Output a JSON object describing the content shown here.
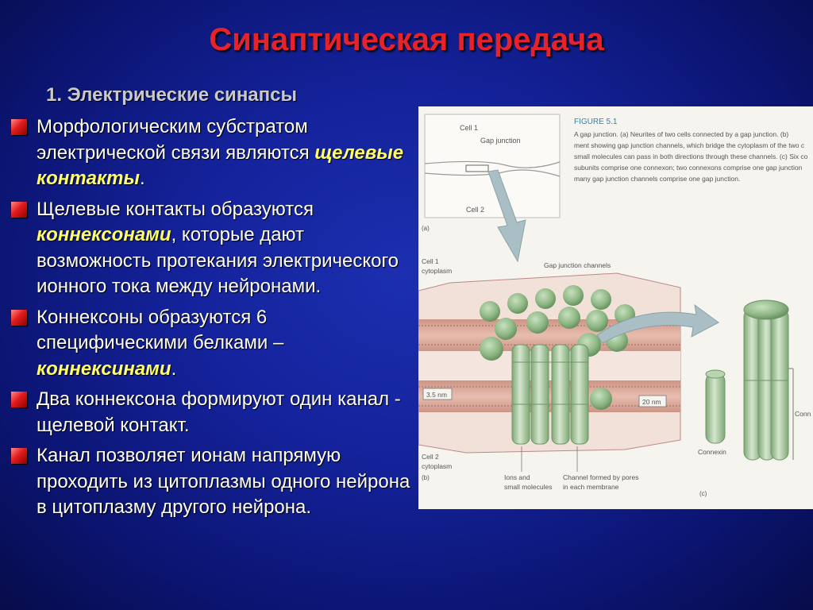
{
  "slide": {
    "title": "Синаптическая передача",
    "subtitle": "1. Электрические синапсы",
    "bullets": [
      {
        "parts": [
          "Морфологическим субстратом электрической связи являются ",
          "щелевые контакты",
          "."
        ]
      },
      {
        "parts": [
          "Щелевые контакты образуются ",
          "коннексонами",
          ", которые дают возможность протекания электрического ионного тока между нейронами."
        ]
      },
      {
        "parts": [
          "Коннексоны образуются 6 специфическими белками – ",
          "коннексинами",
          "."
        ]
      },
      {
        "parts": [
          "Два коннексона формируют один канал - щелевой контакт."
        ]
      },
      {
        "parts": [
          "Канал позволяет ионам напрямую проходить из цитоплазмы одного нейрона в цитоплазму другого нейрона."
        ]
      }
    ]
  },
  "figure": {
    "heading": "FIGURE 5.1",
    "caption_lines": [
      "A gap junction. (a) Neurites of two cells connected by a gap junction. (b)",
      "ment showing gap junction channels, which bridge the cytoplasm of the two c",
      "small molecules can pass in both directions through these channels. (c) Six co",
      "subunits comprise one connexon; two connexons comprise one gap junction",
      "many gap junction channels comprise one gap junction."
    ],
    "labels": {
      "cell1": "Cell 1",
      "gap_junction": "Gap junction",
      "cell2": "Cell 2",
      "panel_a": "(a)",
      "cell1_cytoplasm_1": "Cell 1",
      "cell1_cytoplasm_2": "cytoplasm",
      "gap_junction_channels": "Gap junction channels",
      "dim_35": "3.5 nm",
      "dim_20": "20 nm",
      "cell2_cytoplasm_1": "Cell 2",
      "cell2_cytoplasm_2": "cytoplasm",
      "panel_b": "(b)",
      "ions_1": "Ions and",
      "ions_2": "small molecules",
      "channel_1": "Channel formed by pores",
      "channel_2": "in each membrane",
      "connexin": "Connexin",
      "connexon": "Conn",
      "panel_c": "(c)"
    },
    "colors": {
      "membrane": "#d8a494",
      "channel_green": "#8fb885",
      "arrow": "#a9bfc5"
    }
  }
}
